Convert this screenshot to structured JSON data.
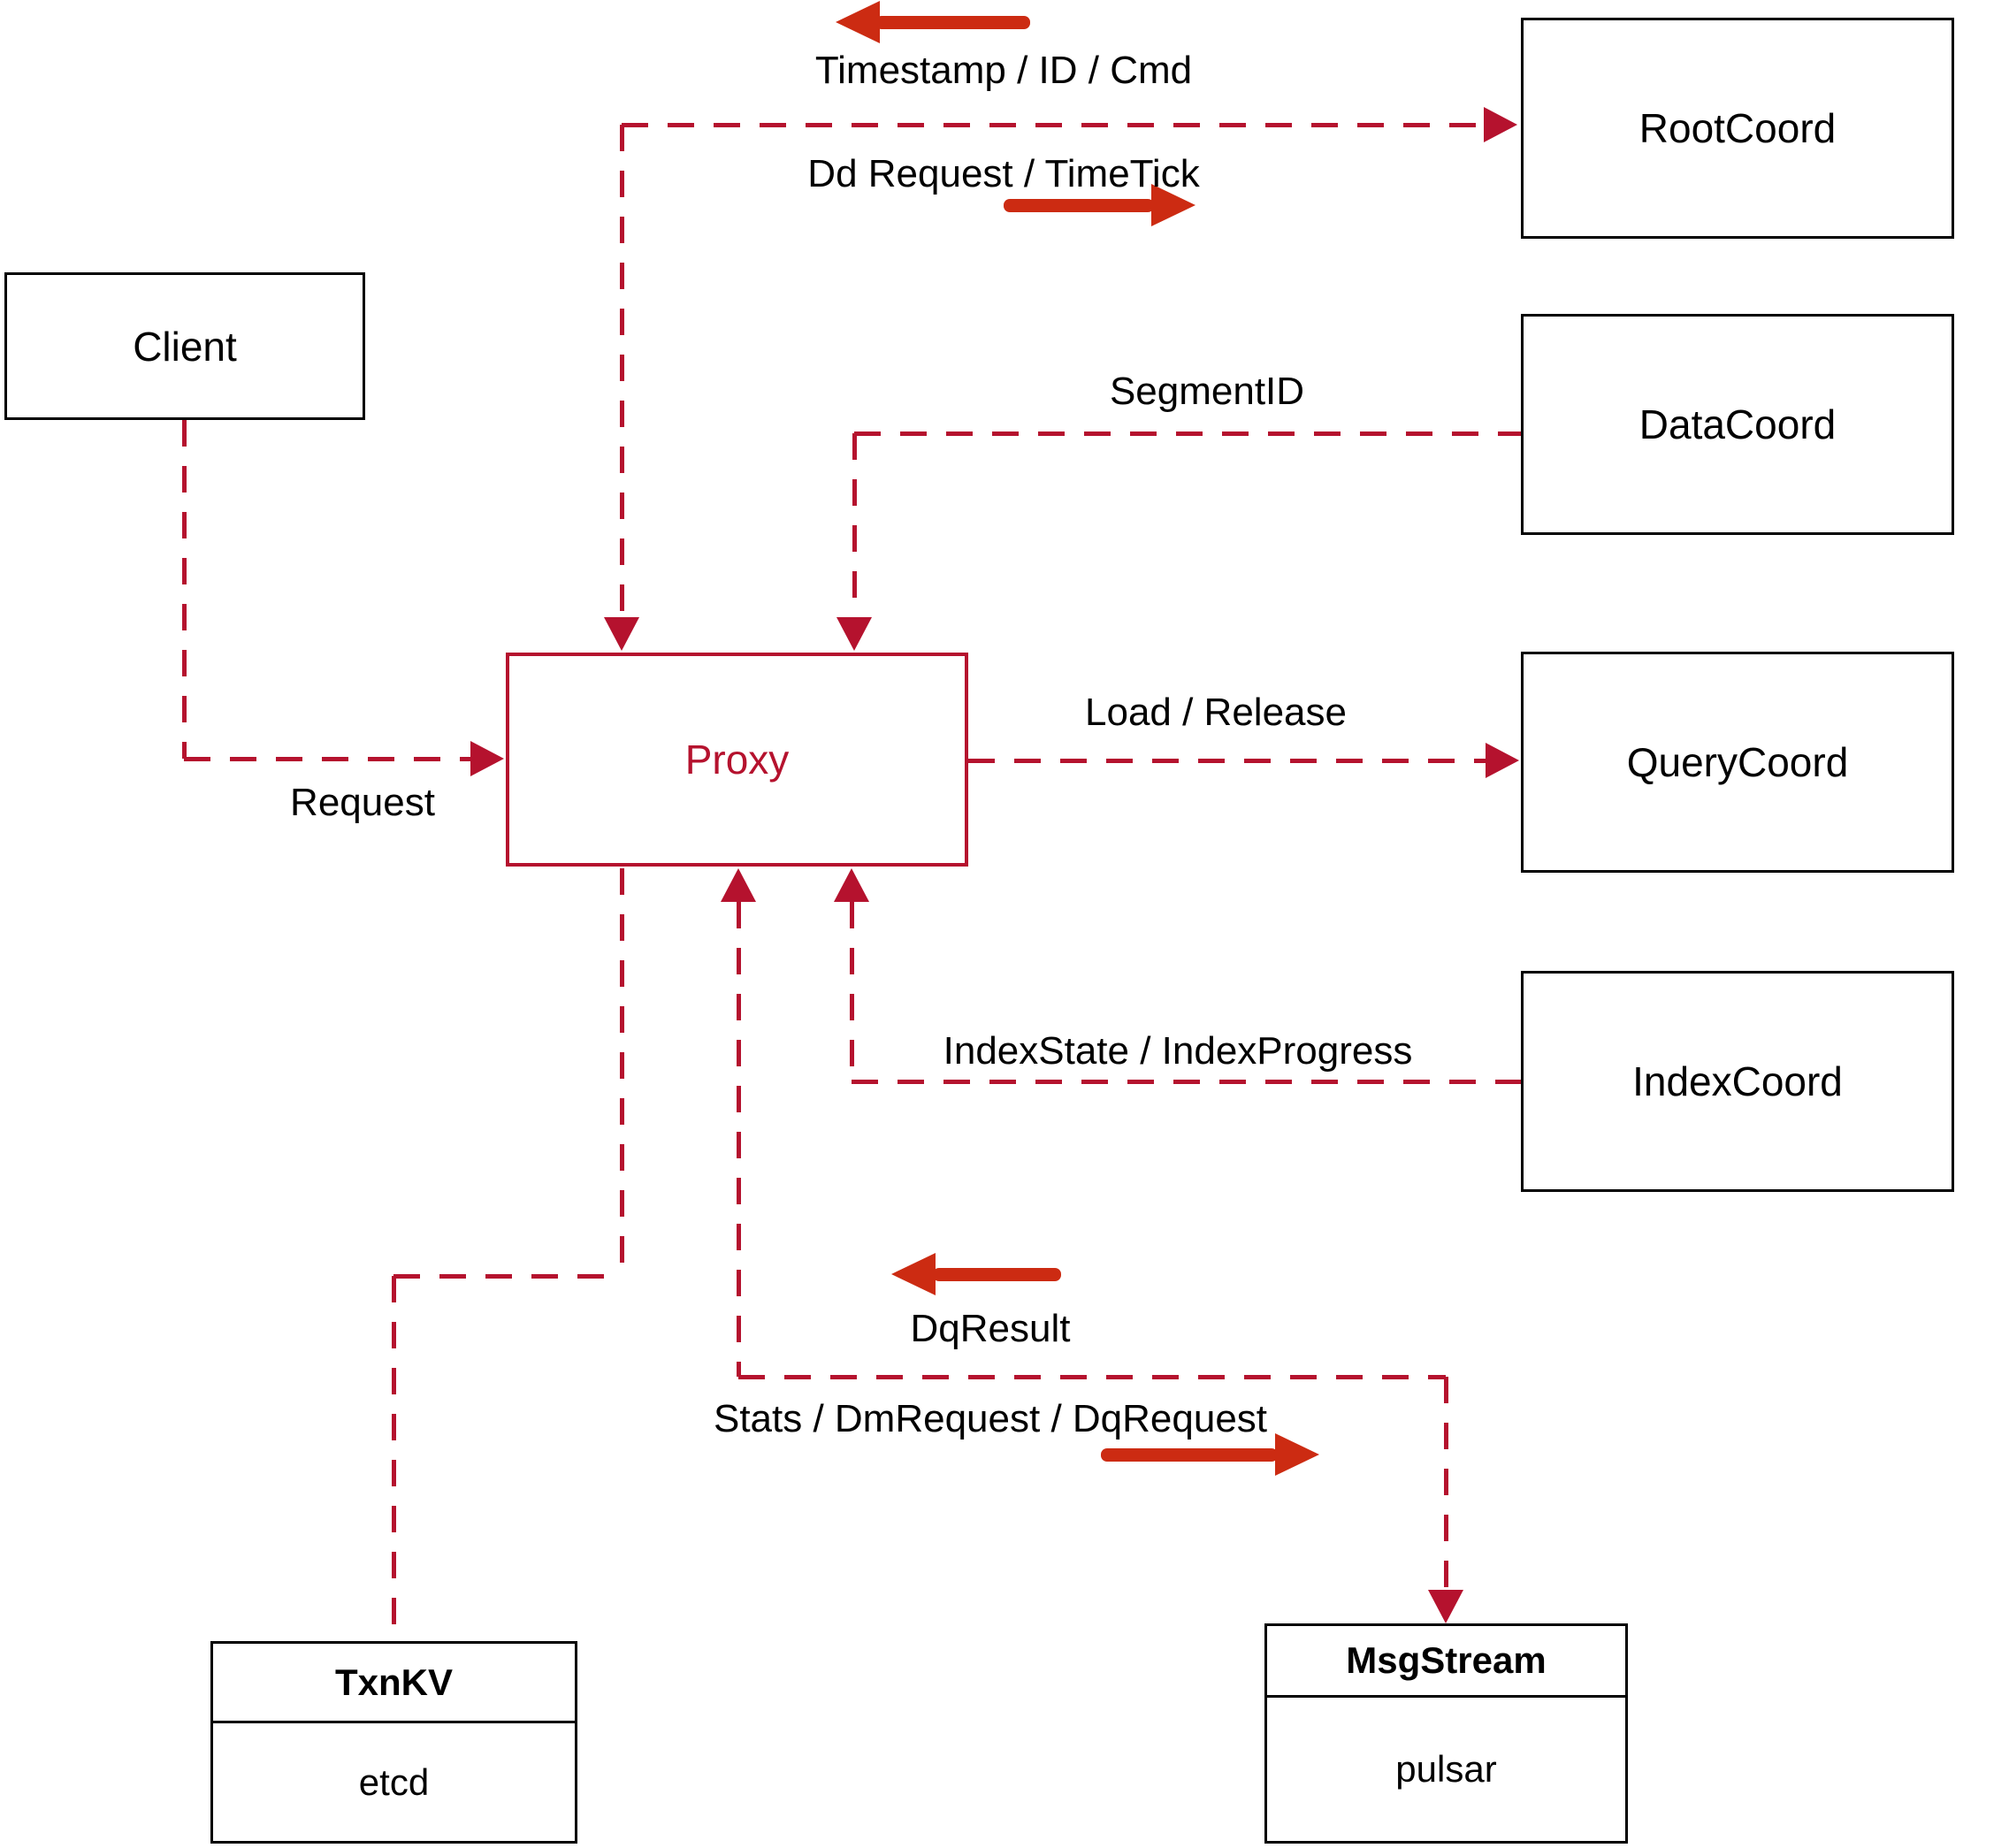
{
  "diagram": {
    "nodes": {
      "client": {
        "label": "Client"
      },
      "root_coord": {
        "label": "RootCoord"
      },
      "data_coord": {
        "label": "DataCoord"
      },
      "query_coord": {
        "label": "QueryCoord"
      },
      "index_coord": {
        "label": "IndexCoord"
      },
      "proxy": {
        "label": "Proxy"
      },
      "txn_kv": {
        "title": "TxnKV",
        "subtitle": "etcd"
      },
      "msg_stream": {
        "title": "MsgStream",
        "subtitle": "pulsar"
      }
    },
    "edge_labels": {
      "timestamp_id_cmd": "Timestamp / ID / Cmd",
      "dd_request_timetick": "Dd Request / TimeTick",
      "segment_id": "SegmentID",
      "request": "Request",
      "load_release": "Load / Release",
      "index_state_progress": "IndexState / IndexProgress",
      "dq_result": "DqResult",
      "stats_dm_dq": "Stats / DmRequest / DqRequest"
    },
    "colors": {
      "dashed_line": "#b5122e",
      "solid_arrow": "#cc2b12",
      "proxy_accent": "#b5122e",
      "box_border": "#000000"
    }
  }
}
